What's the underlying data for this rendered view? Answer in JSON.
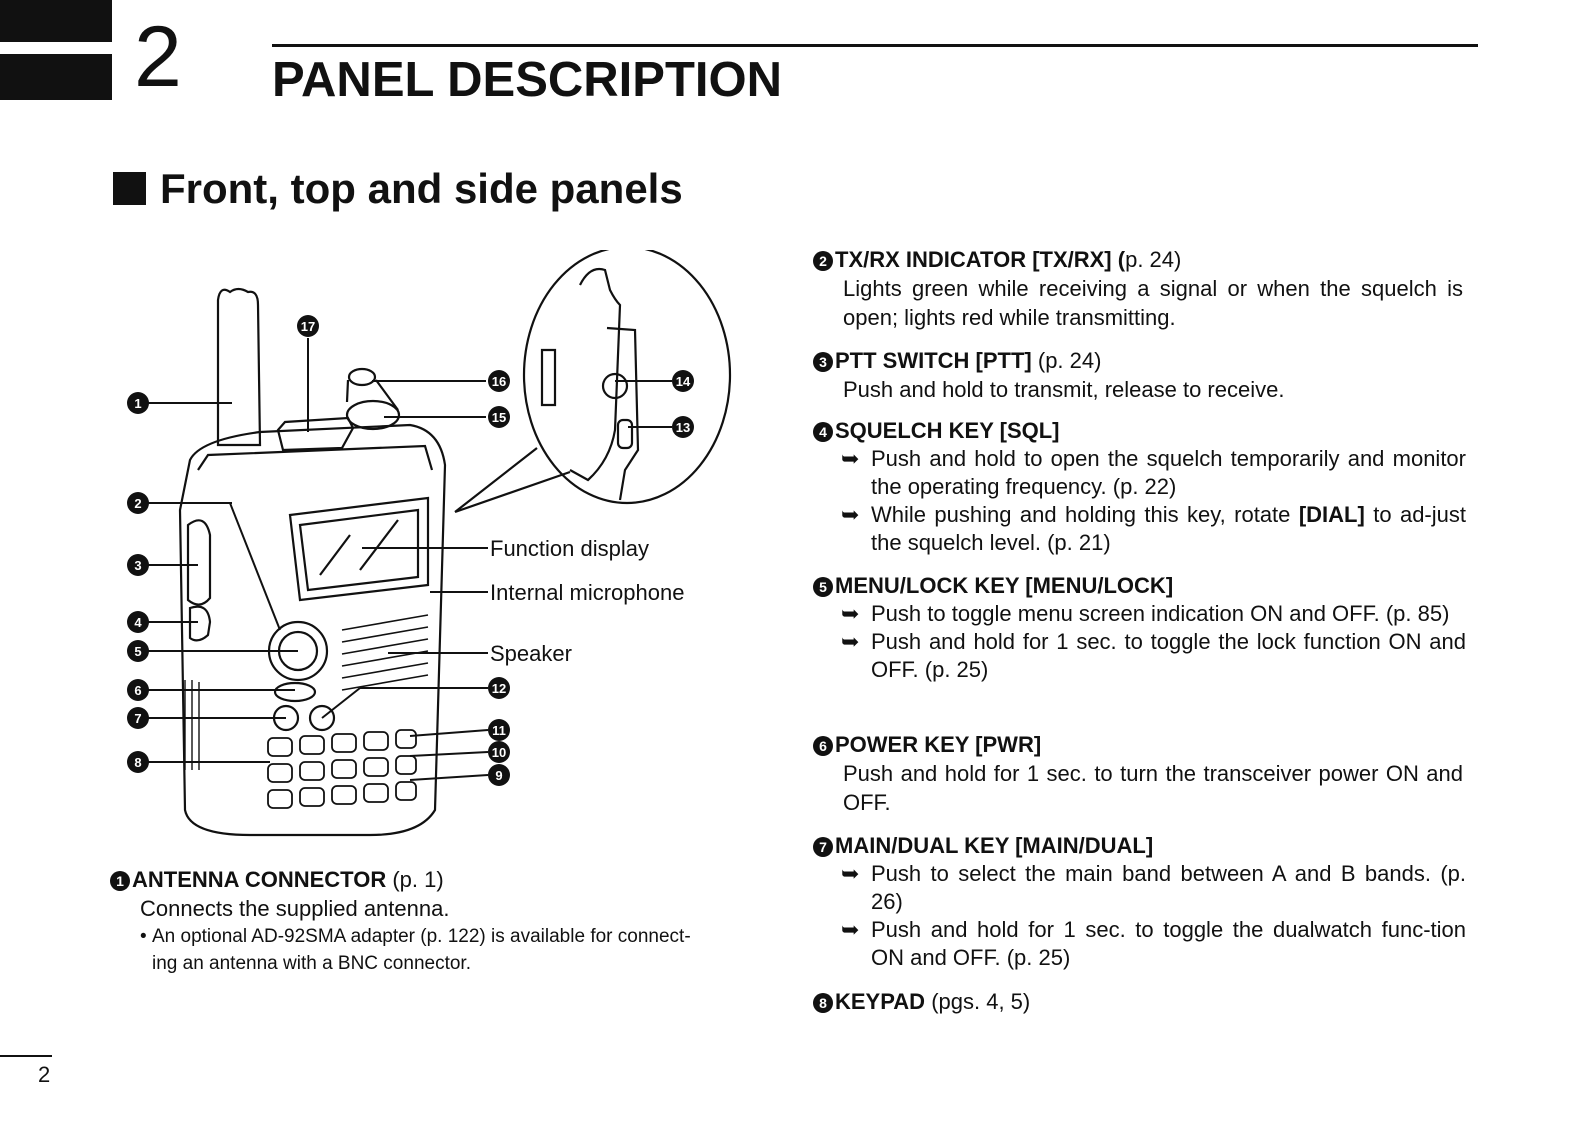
{
  "chapter": {
    "number": "2",
    "title": "PANEL DESCRIPTION"
  },
  "section": {
    "title": "Front, top and side panels"
  },
  "diagram": {
    "callouts": [
      "❶",
      "❷",
      "❸",
      "❹",
      "❺",
      "❻",
      "❼",
      "❽",
      "❾",
      "❿",
      "⓫",
      "⓬",
      "⓭",
      "⓮",
      "⓯",
      "⓰",
      "⓱"
    ],
    "labels": {
      "function_display": "Function display",
      "internal_mic": "Internal microphone",
      "speaker": "Speaker"
    }
  },
  "items": [
    {
      "num": "1",
      "title": "ANTENNA CONNECTOR",
      "ref": "(p. 1)",
      "body": "Connects the supplied antenna.",
      "note": "An optional AD-92SMA adapter (p. 122) is available for connect-",
      "note_cont": "ing an antenna with a BNC connector."
    },
    {
      "num": "2",
      "title": "TX/RX INDICATOR [TX/RX] (",
      "ref": "p. 24)",
      "body": "Lights green while receiving a signal or when the squelch is open; lights red while transmitting."
    },
    {
      "num": "3",
      "title": "PTT SWITCH [PTT]",
      "ref": "(p. 24)",
      "body": "Push and hold to transmit, release to receive."
    },
    {
      "num": "4",
      "title": "SQUELCH KEY [SQL]",
      "b1": "Push and hold to open the squelch temporarily and monitor the operating frequency. (p. 22)",
      "b2_pre": "While pushing and holding this key, rotate ",
      "b2_bold": "[DIAL]",
      "b2_post": " to ad-just the squelch level. (p. 21)"
    },
    {
      "num": "5",
      "title": "MENU/LOCK KEY [MENU/LOCK]",
      "b1": "Push to toggle menu screen indication ON and OFF. (p. 85)",
      "b2": "Push and hold for 1 sec. to toggle the lock function ON and OFF. (p. 25)"
    },
    {
      "num": "6",
      "title": "POWER KEY [PWR]",
      "body": "Push and hold for 1 sec. to turn the transceiver power ON and OFF."
    },
    {
      "num": "7",
      "title": "MAIN/DUAL KEY [MAIN/DUAL]",
      "b1": "Push to select the main band between A and B bands. (p. 26)",
      "b2": "Push and hold for 1 sec. to toggle the dualwatch func-tion ON and OFF. (p. 25)"
    },
    {
      "num": "8",
      "title": "KEYPAD",
      "ref": "(pgs. 4, 5)"
    }
  ],
  "arrow_glyph": "➥",
  "page_number": "2"
}
